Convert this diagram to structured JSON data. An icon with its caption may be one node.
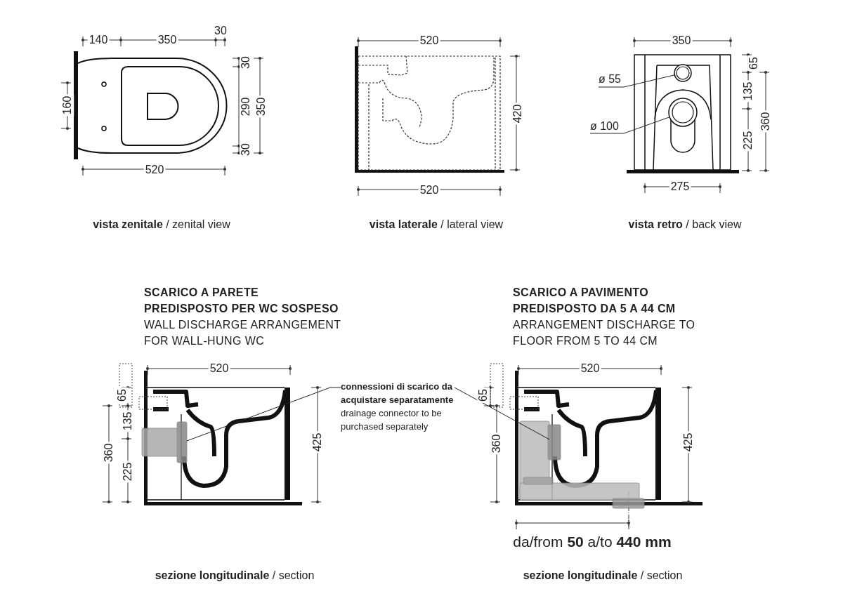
{
  "diagram": {
    "nodes": [
      {
        "text": [
          "ø 55"
        ]
      },
      {
        "text": [],
        "shape": "circle"
      },
      {
        "text": [
          "ø 100"
        ]
      },
      {
        "text": [],
        "shape": "circle"
      },
      {
        "text": [
          "connessioni di scarico da acquistare separatamente",
          "drainage connector to be purchased separately"
        ]
      },
      {
        "text": [],
        "shape": "box"
      },
      {
        "text": [],
        "shape": "box"
      }
    ],
    "edges": [
      {
        "from": 0,
        "to": 1,
        "arrow": "none"
      },
      {
        "from": 2,
        "to": 3,
        "arrow": "none"
      },
      {
        "from": 4,
        "to": 5,
        "arrow": "none"
      },
      {
        "from": 4,
        "to": 6,
        "arrow": "none"
      }
    ],
    "labels": [
      "140",
      "350",
      "30",
      "160",
      "30",
      "290",
      "350",
      "30",
      "520",
      "520",
      "420",
      "520",
      "350",
      "65",
      "135",
      "360",
      "225",
      "275",
      "**vista zenitale** / zenital view",
      "**vista laterale** / lateral view",
      "**vista retro** / back view",
      "SCARICO A PARETE PREDISPOSTO PER WC SOSPESO",
      "WALL DISCHARGE ARRANGEMENT FOR WALL-HUNG WC",
      "SCARICO A PAVIMENTO PREDISPOSTO DA 5 A 44 CM",
      "ARRANGEMENT DISCHARGE TO FLOOR FROM 5 TO 44 CM",
      "520",
      "65",
      "135",
      "360",
      "225",
      "425",
      "520",
      "65",
      "360",
      "425",
      "da/from **50** a/to **440 mm**",
      "**sezione longitudinale** / section",
      "**sezione longitudinale** / section"
    ]
  }
}
